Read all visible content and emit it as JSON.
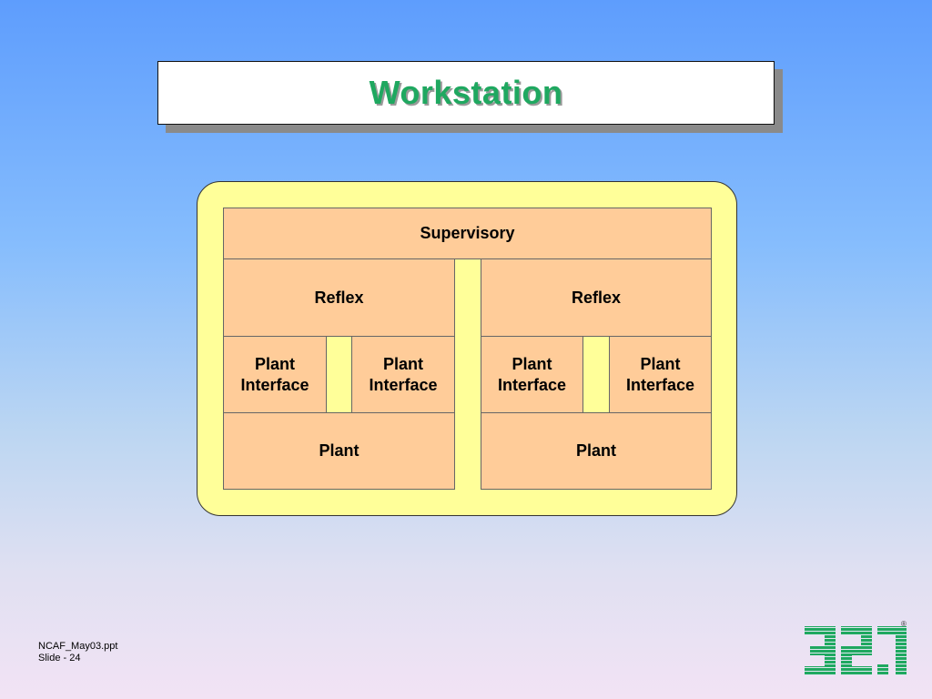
{
  "slide": {
    "title": "Workstation"
  },
  "diagram": {
    "top": "Supervisory",
    "left": {
      "reflex": "Reflex",
      "pi_a": {
        "line1": "Plant",
        "line2": "Interface"
      },
      "pi_b": {
        "line1": "Plant",
        "line2": "Interface"
      },
      "plant": "Plant"
    },
    "right": {
      "reflex": "Reflex",
      "pi_a": {
        "line1": "Plant",
        "line2": "Interface"
      },
      "pi_b": {
        "line1": "Plant",
        "line2": "Interface"
      },
      "plant": "Plant"
    }
  },
  "footer": {
    "filename": "NCAF_May03.ppt",
    "slide_number": "Slide - 24"
  },
  "logo": {
    "name": "321-logo",
    "registered_mark": "®"
  },
  "colors": {
    "title_text": "#1fa860",
    "frame_fill": "#ffff99",
    "box_fill": "#ffcc99",
    "logo_green": "#1fa860"
  }
}
